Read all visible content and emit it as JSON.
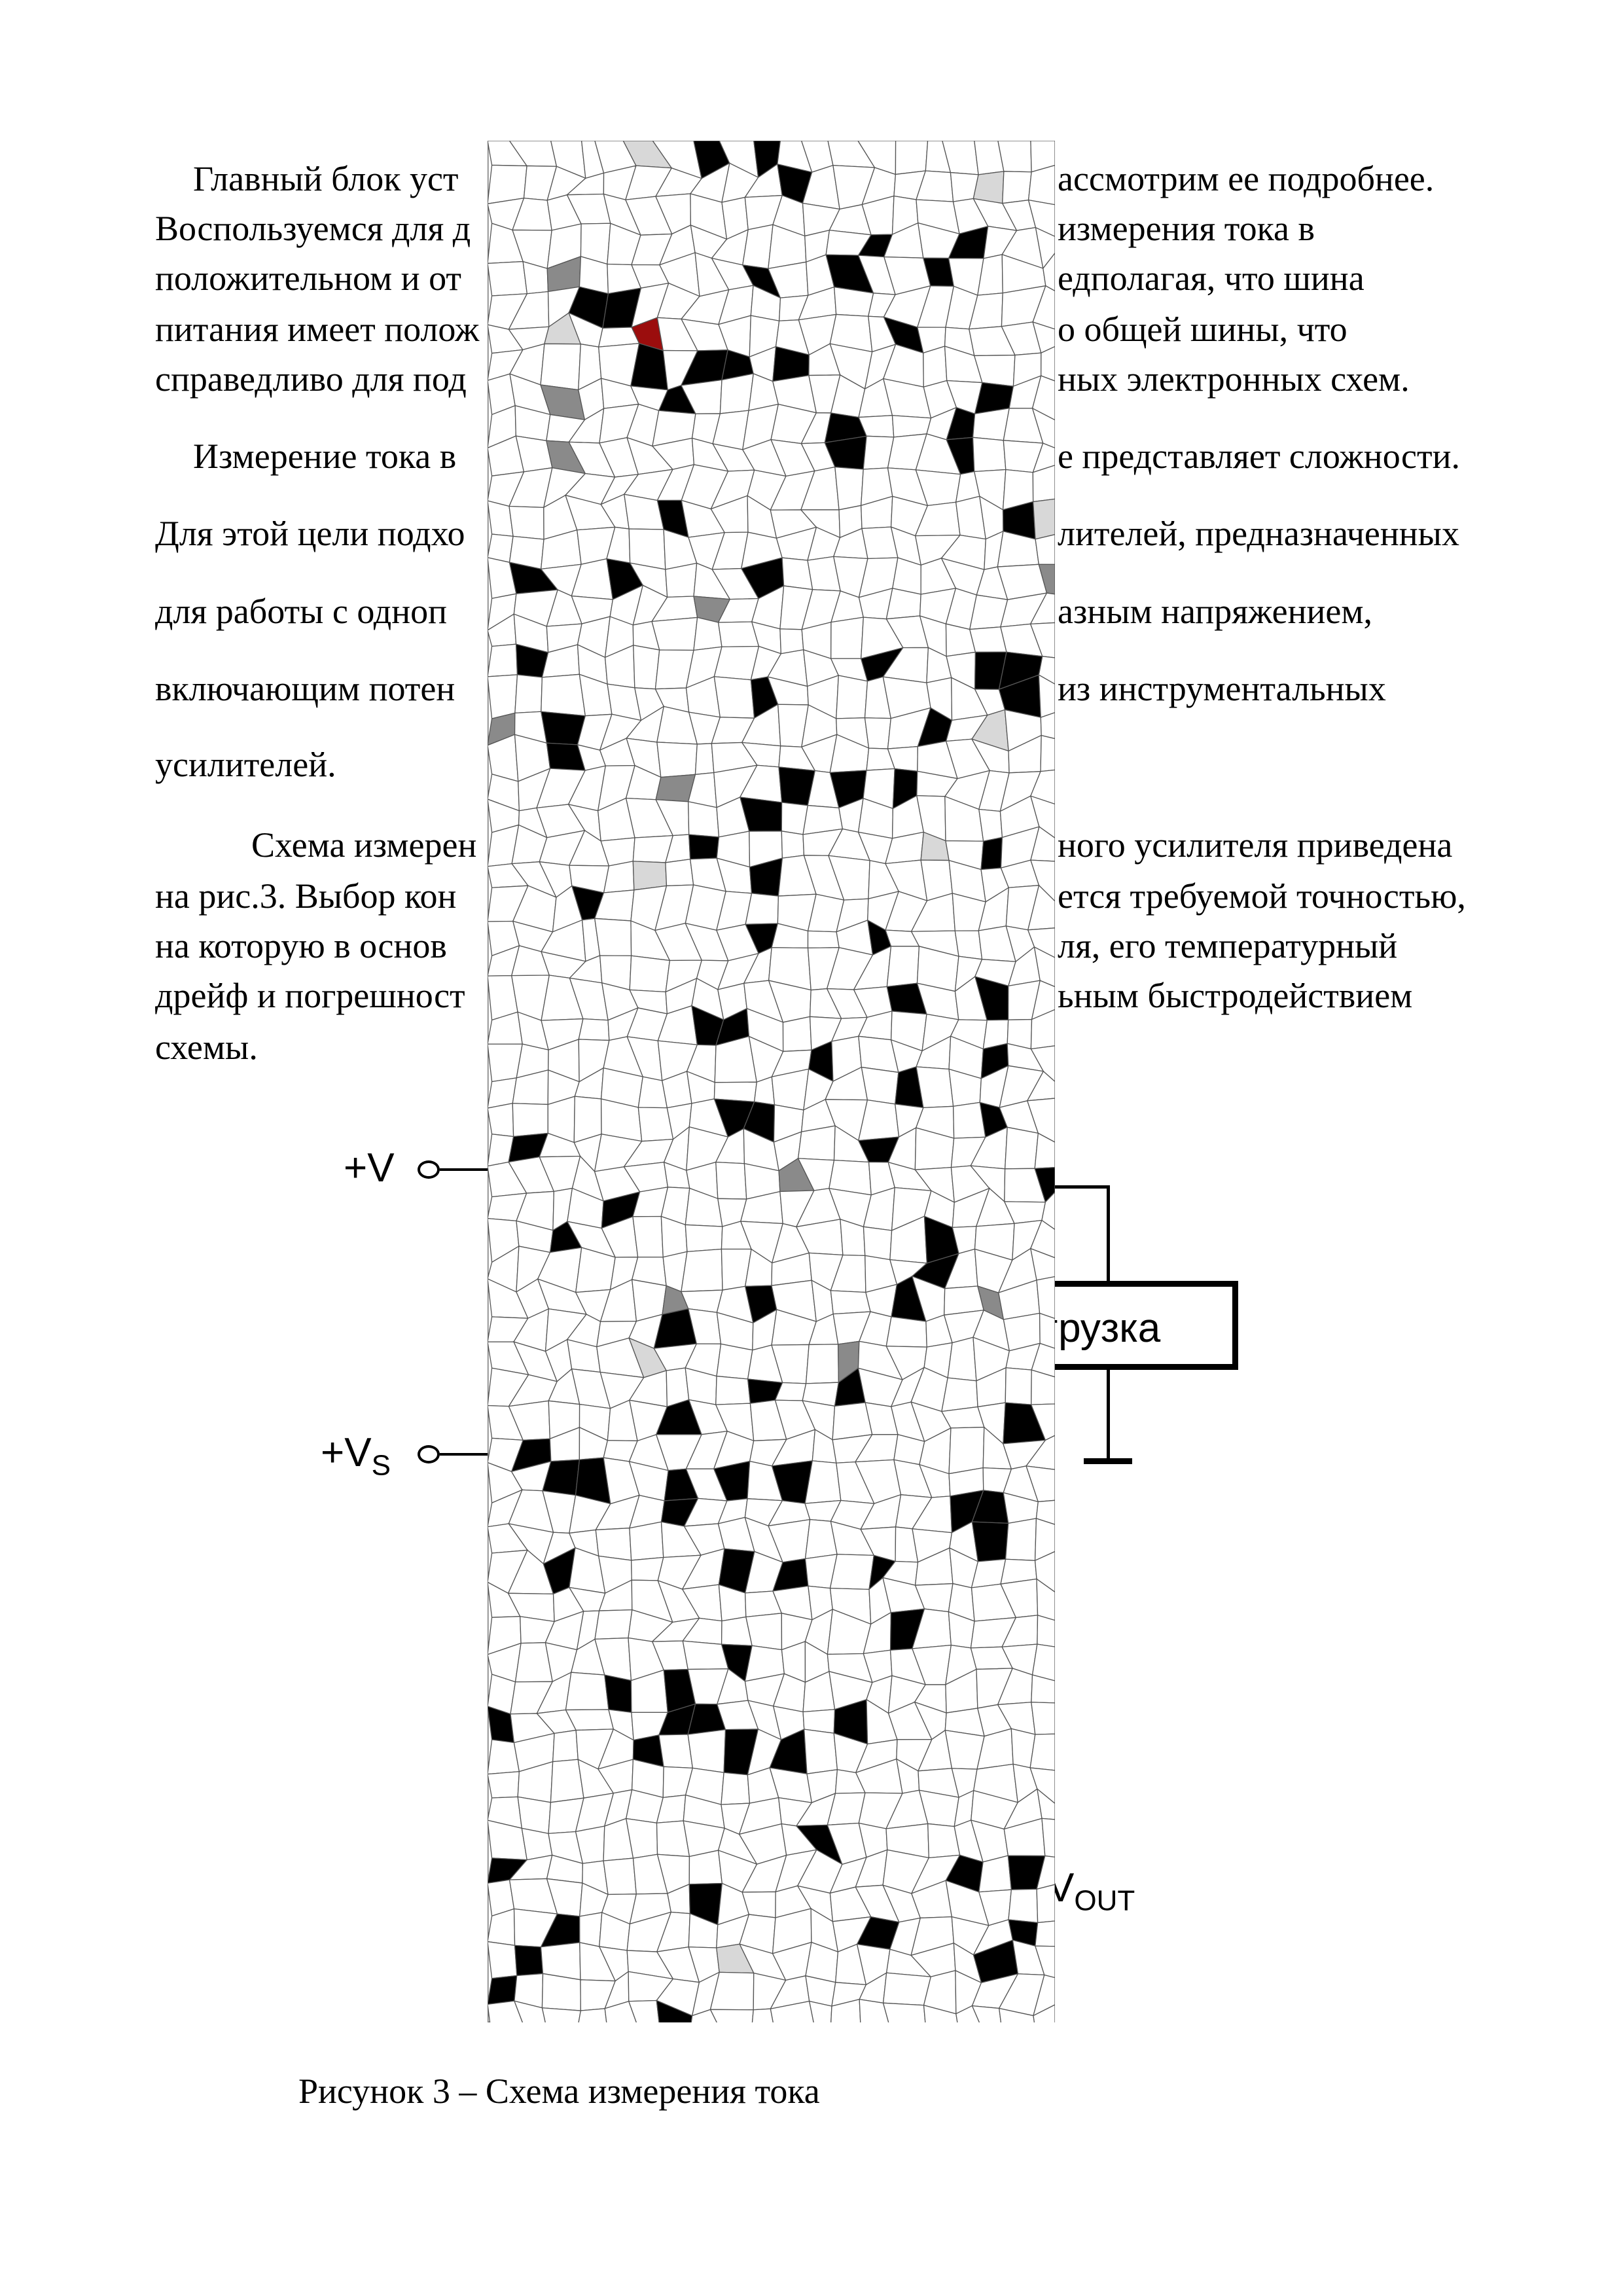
{
  "paragraphs": {
    "lines": [
      {
        "left": "Главный блок уст",
        "right": "ассмотрим ее подробнее."
      },
      {
        "left": "Воспользуемся для д",
        "right": "измерения тока в"
      },
      {
        "left": "положительном и от",
        "right": "едполагая, что шина"
      },
      {
        "left": "питания имеет полож",
        "right": "о общей шины, что"
      },
      {
        "left": "справедливо для под",
        "right": "ных электронных схем."
      },
      {
        "left": "Измерение тока в",
        "right": "е представляет сложности."
      },
      {
        "left": "Для этой цели подхо",
        "right": "лителей, предназначенных"
      },
      {
        "left": "для работы с одноп",
        "right": "азным напряжением,"
      },
      {
        "left": "включающим потен",
        "right": "из инструментальных"
      },
      {
        "left": "усилителей.",
        "right": ""
      },
      {
        "left": "Схема измерен",
        "right": "ного усилителя приведена"
      },
      {
        "left": "на рис.3. Выбор кон",
        "right": "ется требуемой точностью,"
      },
      {
        "left": "на которую в основ",
        "right": "ля, его температурный"
      },
      {
        "left": "дрейф и погрешност",
        "right": "ьным быстродействием"
      },
      {
        "left": "схемы.",
        "right": ""
      }
    ]
  },
  "circuit": {
    "v_plus": "+V",
    "vs_plus": "+V",
    "vs_sub": "S",
    "load": "агрузка",
    "vout_v": "V",
    "vout_sub": "OUT"
  },
  "caption": "Рисунок 3 – Схема измерения тока"
}
